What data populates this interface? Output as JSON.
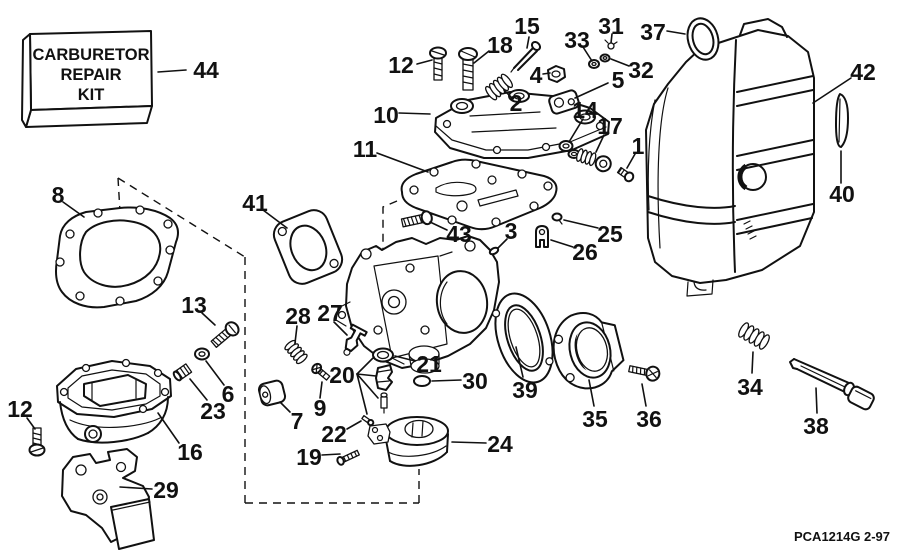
{
  "kit_box": {
    "line1": "CARBURETOR",
    "line2": "REPAIR",
    "line3": "KIT"
  },
  "footer": {
    "part_code": "PCA1214G",
    "revision": "2-97"
  },
  "colors": {
    "line": "#111111",
    "background": "#ffffff"
  },
  "callouts": {
    "c1": "1",
    "c2": "2",
    "c3": "3",
    "c4": "4",
    "c5": "5",
    "c6": "6",
    "c7": "7",
    "c8": "8",
    "c9": "9",
    "c10": "10",
    "c11": "11",
    "c12a": "12",
    "c12b": "12",
    "c13": "13",
    "c14": "14",
    "c15": "15",
    "c16": "16",
    "c17": "17",
    "c18": "18",
    "c19": "19",
    "c20": "20",
    "c21": "21",
    "c22": "22",
    "c23": "23",
    "c24": "24",
    "c25": "25",
    "c26": "26",
    "c27": "27",
    "c28": "28",
    "c29": "29",
    "c30": "30",
    "c31": "31",
    "c32": "32",
    "c33": "33",
    "c34": "34",
    "c35": "35",
    "c36": "36",
    "c37": "37",
    "c38": "38",
    "c39": "39",
    "c40": "40",
    "c41": "41",
    "c42": "42",
    "c43": "43",
    "c44": "44"
  }
}
